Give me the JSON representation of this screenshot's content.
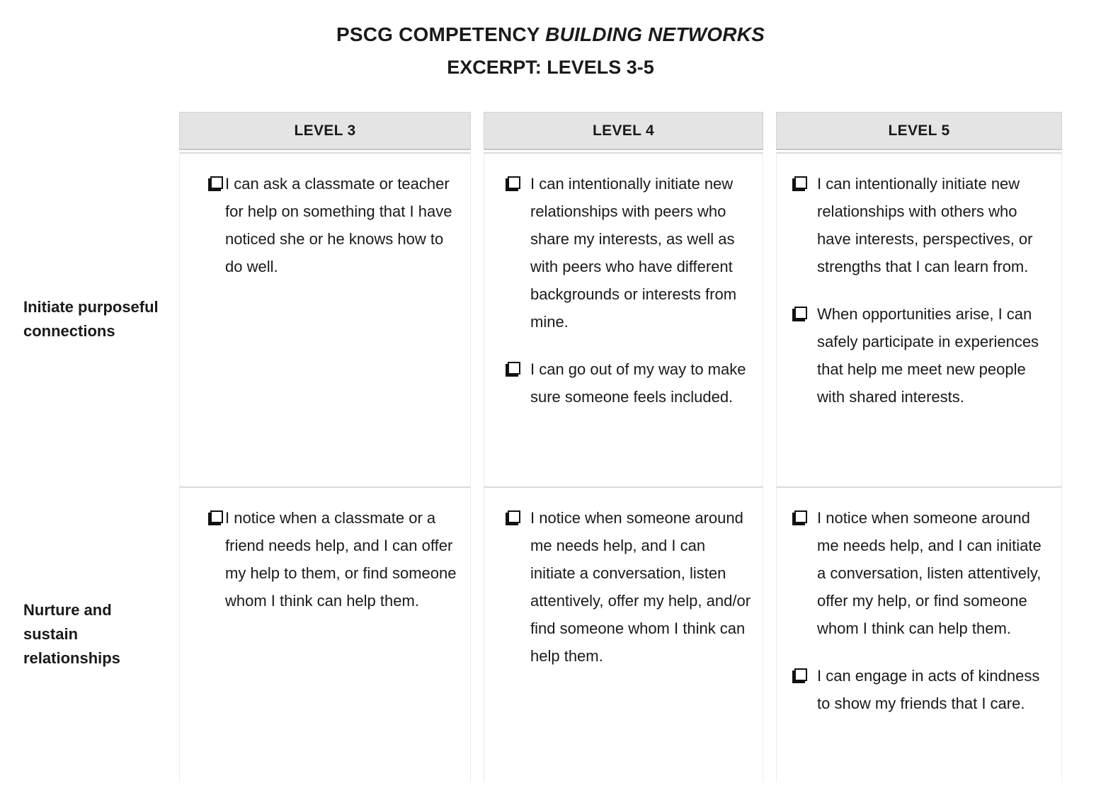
{
  "title": {
    "line1_normal": "PSCG COMPETENCY ",
    "line1_italic": "BUILDING NETWORKS",
    "line2": "EXCERPT: LEVELS 3-5"
  },
  "columns": [
    "LEVEL 3",
    "LEVEL 4",
    "LEVEL 5"
  ],
  "checkbox_icon": "shadowed-open-square",
  "colors": {
    "header_bg": "#e4e4e4",
    "border": "#d9d9d9",
    "text": "#1a1a1a"
  },
  "rows": [
    {
      "label": "Initiate purposeful connections",
      "cells": [
        {
          "items": [
            "I can ask a classmate or teacher for help on something that I have noticed she or he knows how to do well."
          ]
        },
        {
          "items": [
            "I can intentionally initiate new relationships with peers who share my interests, as well as with peers who have different backgrounds or interests from mine.",
            "I can go out of my way to make sure someone feels included."
          ]
        },
        {
          "items": [
            "I can intentionally initiate new relationships with others who have interests, perspectives, or strengths that I can learn from.",
            "When opportunities arise, I can safely participate in experiences that help me meet new people with shared interests."
          ]
        }
      ]
    },
    {
      "label": "Nurture and sustain relationships",
      "cells": [
        {
          "items": [
            "I notice when a classmate or a friend needs help, and I can offer my help to them, or find someone whom I think can help them."
          ]
        },
        {
          "items": [
            "I notice when someone around me needs help, and I can initiate a conversation, listen attentively, offer my help, and/or find someone whom I think can help them."
          ]
        },
        {
          "items": [
            "I notice when someone around me needs help, and I can initiate a conversation, listen attentively, offer my help, or find someone whom I think can help them.",
            "I can engage in acts of kindness to show my friends that I care."
          ]
        }
      ]
    }
  ]
}
